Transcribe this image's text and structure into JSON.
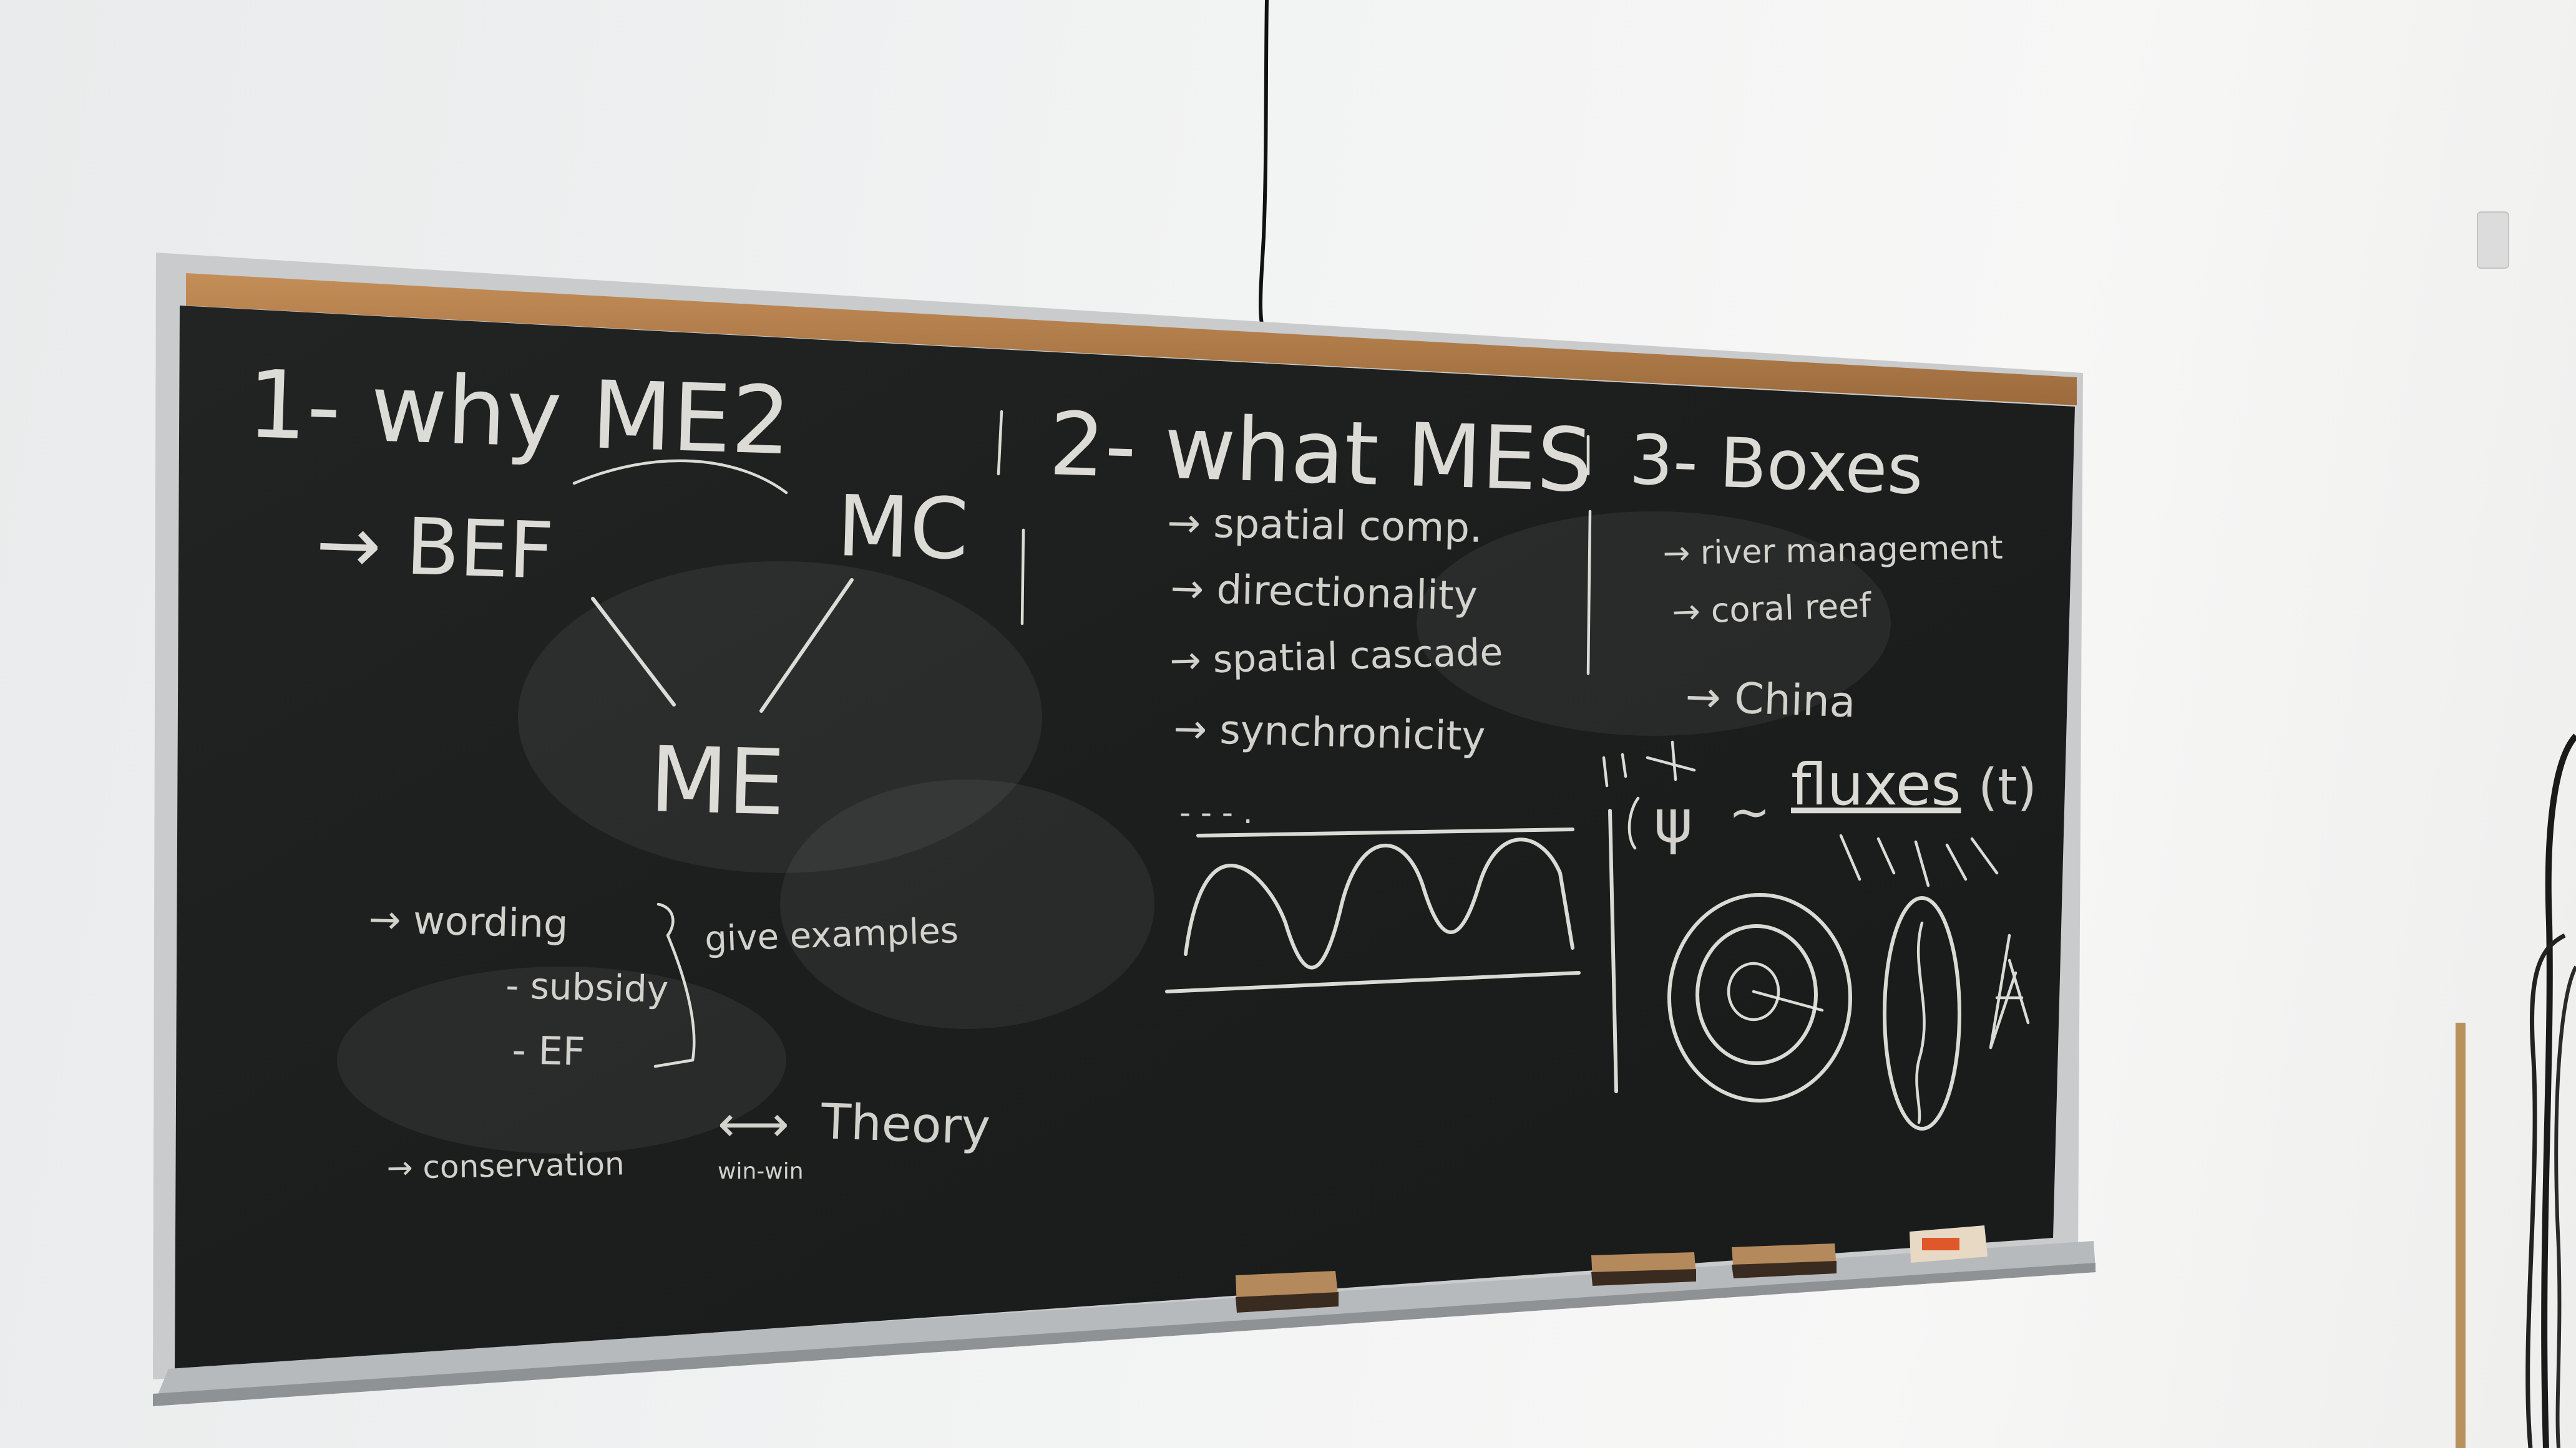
{
  "board": {
    "col1": {
      "heading": "1- why ME2",
      "bef": "→ BEF",
      "mc": "MC",
      "me": "ME",
      "wording": "→ wording",
      "subsidy": "- subsidy",
      "ef": "- EF",
      "give_examples": "give examples",
      "conservation": "→ conservation",
      "arrow_both": "⟷",
      "theory": "Theory",
      "win_win": "win-win"
    },
    "col2": {
      "heading": "2- what MES",
      "items": [
        "→ spatial comp.",
        "→ directionality",
        "→ spatial cascade",
        "→ synchronicity"
      ],
      "dots": "- - - ."
    },
    "col3": {
      "heading": "3- Boxes",
      "items": [
        "→ river management",
        "→ coral reef",
        "→ China"
      ],
      "fluxes": "fluxes",
      "fluxes_arg": "(t)"
    }
  },
  "colors": {
    "wall": "#eeefef",
    "board": "#1d1f1f",
    "cork": "#b07a48",
    "chalk": "#ecebe6",
    "eraser": "#b48a5c"
  }
}
